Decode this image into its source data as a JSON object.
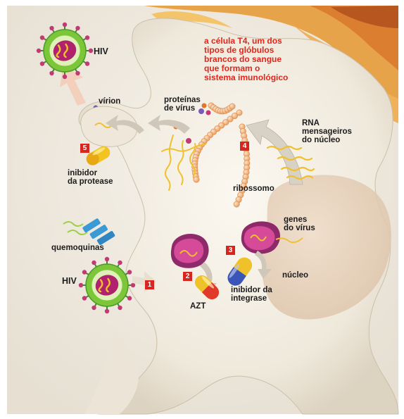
{
  "caption": "a célula T4, um dos\ntipos de glóbulos\nbrancos do sangue\nque formam o\nsistema imunológico",
  "labels": {
    "hiv_top": "HIV",
    "hiv_bottom": "HIV",
    "virion": "vírion",
    "viral_proteins": "proteínas\nde vírus",
    "messenger_rna": "RNA\nmensageiros\ndo núcleo",
    "protease_inhibitor": "inibidor\nda protease",
    "ribosome": "ribossomo",
    "chemokines": "quemoquinas",
    "virus_genes": "genes\ndo vírus",
    "nucleus": "núcleo",
    "azt": "AZT",
    "integrase_inhibitor": "inibidor da\nintegrase"
  },
  "steps": [
    "1",
    "2",
    "3",
    "4",
    "5"
  ],
  "colors": {
    "cell": "#f3efe6",
    "caption": "#e0261c",
    "step_badge": "#d8261e",
    "virus_outer": "#7cc63a",
    "virus_core": "#b0226e",
    "rna": "#f0c02e",
    "ribosome": "#f3b37a"
  },
  "icons": [
    "hiv-virus-icon",
    "capsule-icon",
    "ribosome-chain-icon",
    "rna-strand-icon",
    "arrow-icon"
  ]
}
